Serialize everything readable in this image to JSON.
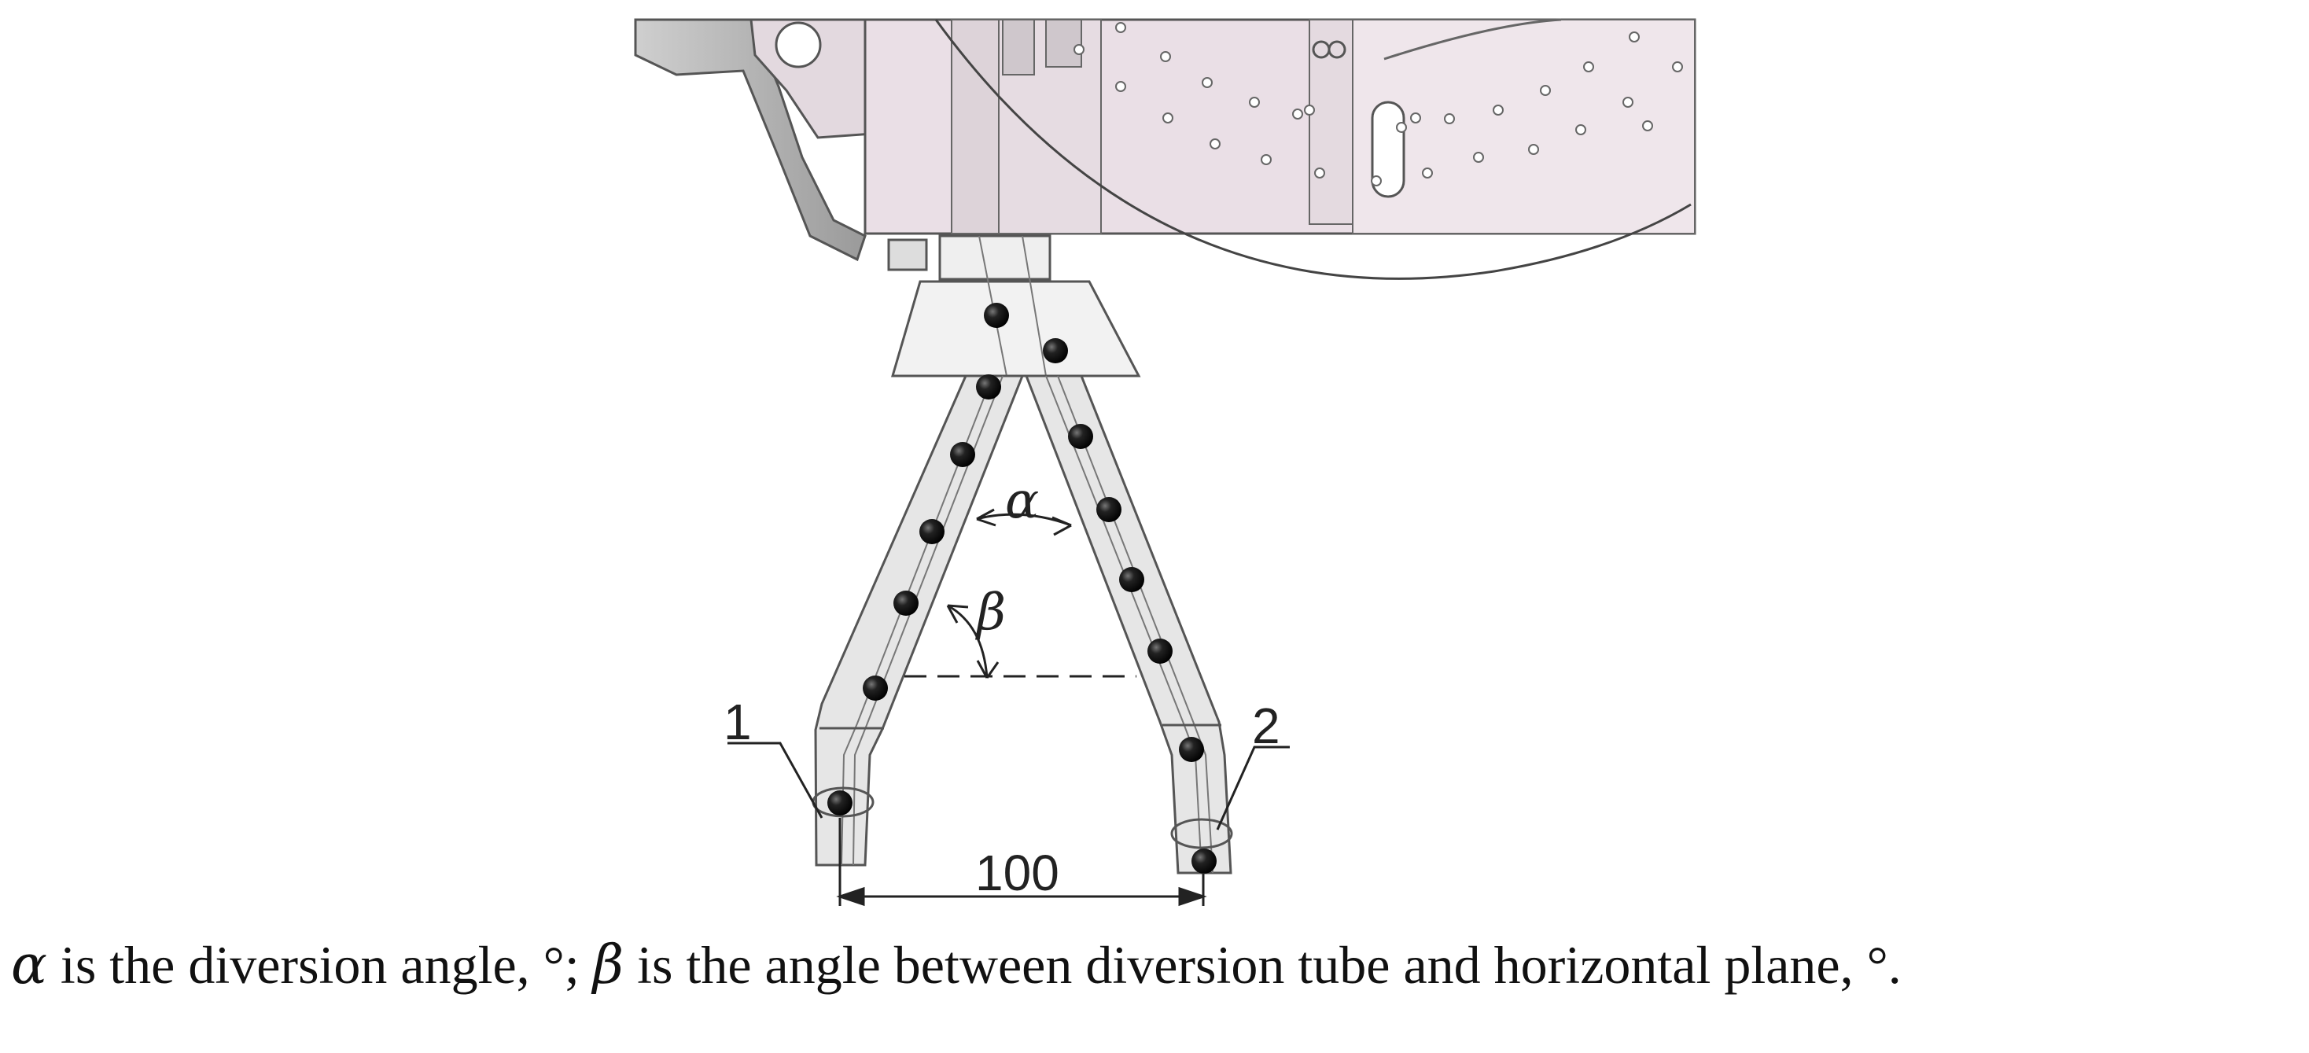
{
  "figure": {
    "labels": {
      "tube_1": "1",
      "tube_2": "2",
      "spacing": "100",
      "alpha": "α",
      "beta": "β"
    },
    "colors": {
      "machine_body": "#eadfe6",
      "machine_shadow": "#b9b2b6",
      "outline": "#555555",
      "ball": "#111111"
    }
  },
  "caption": {
    "alpha_symbol": "α",
    "alpha_text": " is the diversion angle, °; ",
    "beta_symbol": "β",
    "beta_text": " is the angle between diversion tube and horizontal plane, °."
  }
}
